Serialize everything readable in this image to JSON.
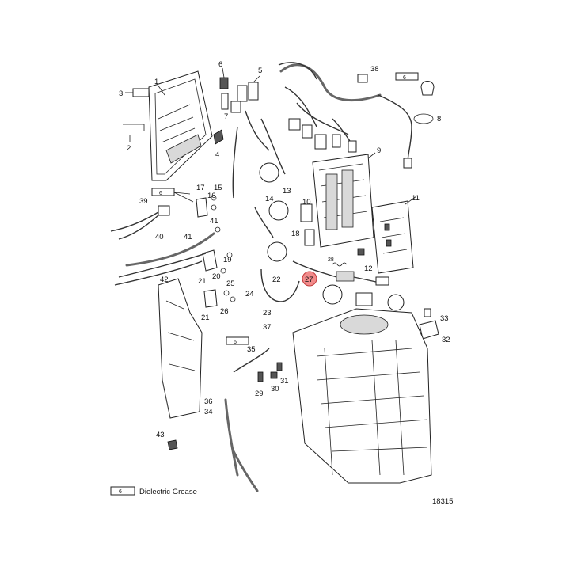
{
  "labels": {
    "p1": "1",
    "p2": "2",
    "p3": "3",
    "p4": "4",
    "p5": "5",
    "p6": "6",
    "p7": "7",
    "p8": "8",
    "p9": "9",
    "p10": "10",
    "p11": "11",
    "p12": "12",
    "p13": "13",
    "p14": "14",
    "p15": "15",
    "p16": "16",
    "p17": "17",
    "p18": "18",
    "p19": "19",
    "p20": "20",
    "p21a": "21",
    "p21b": "21",
    "p22": "22",
    "p23": "23",
    "p24": "24",
    "p25": "25",
    "p26": "26",
    "p27": "27",
    "p28": "28",
    "p29": "29",
    "p30": "30",
    "p31": "31",
    "p32": "32",
    "p33": "33",
    "p34": "34",
    "p35": "35",
    "p36": "36",
    "p37": "37",
    "p38": "38",
    "p39": "39",
    "p40": "40",
    "p41a": "41",
    "p41b": "41",
    "p42": "42",
    "p43": "43"
  },
  "grease_symbol": "6",
  "legend_text": "Dielectric Grease",
  "figure_number": "18315",
  "highlight_color": "#f28b8b"
}
